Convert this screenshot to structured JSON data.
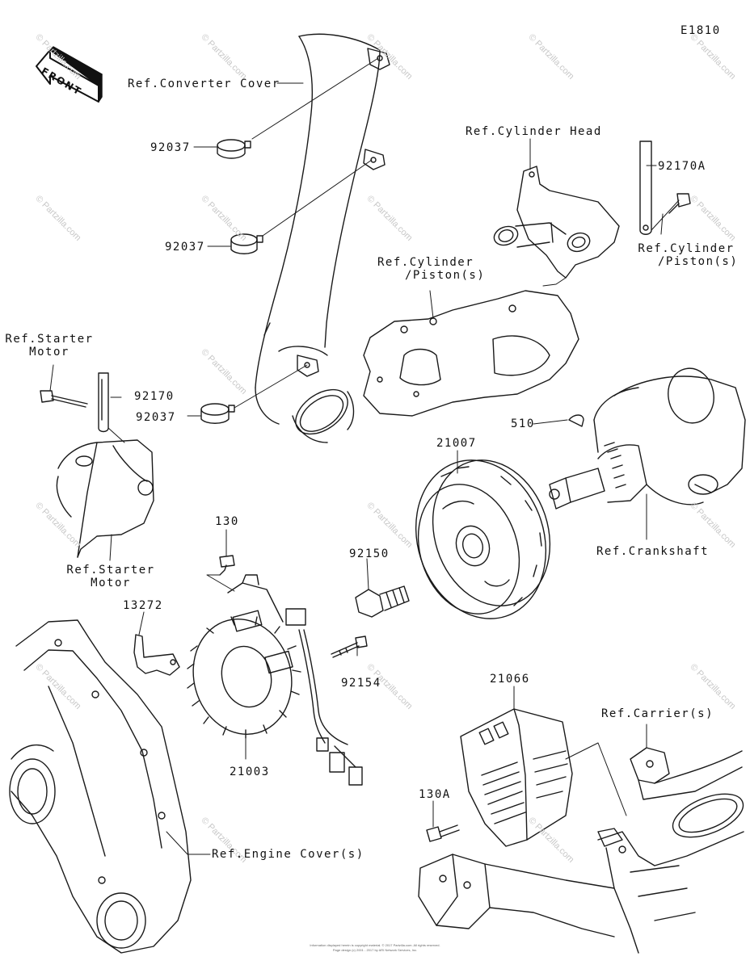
{
  "diagram_code": "E1810",
  "front_label": "FRONT",
  "labels": {
    "ref_converter_cover": "Ref.Converter Cover",
    "p92037_a": "92037",
    "p92037_b": "92037",
    "p92037_c": "92037",
    "ref_cylinder_head": "Ref.Cylinder Head",
    "p92170A": "92170A",
    "ref_cylinder_piston_r_1": "Ref.Cylinder",
    "ref_cylinder_piston_r_2": "/Piston(s)",
    "ref_cylinder_piston_l_1": "Ref.Cylinder",
    "ref_cylinder_piston_l_2": "/Piston(s)",
    "ref_starter_motor_t_1": "Ref.Starter",
    "ref_starter_motor_t_2": "Motor",
    "p92170": "92170",
    "p510": "510",
    "p21007": "21007",
    "ref_crankshaft": "Ref.Crankshaft",
    "p130": "130",
    "ref_starter_motor_b_1": "Ref.Starter",
    "ref_starter_motor_b_2": "Motor",
    "p92150": "92150",
    "p13272": "13272",
    "p92154": "92154",
    "p21066": "21066",
    "ref_carriers": "Ref.Carrier(s)",
    "p21003": "21003",
    "p130A": "130A",
    "ref_engine_covers": "Ref.Engine Cover(s)"
  },
  "watermark": "© Partzilla.com",
  "footer_1": "Information displayed herein is copyright material. © 2017 Partzilla.com. All rights reserved.",
  "footer_2": "Page design (c) 2001 - 2017 by ARI Network Services, Inc."
}
